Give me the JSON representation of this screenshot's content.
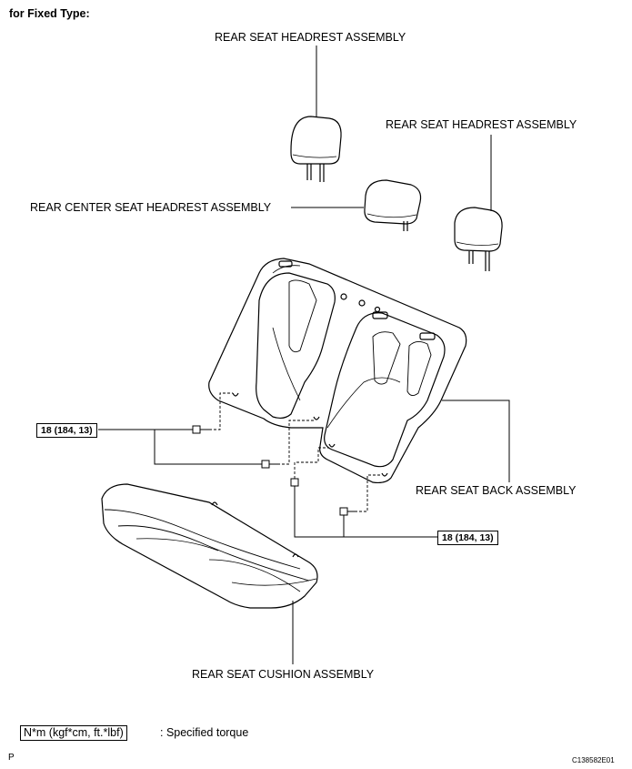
{
  "header": "for Fixed Type:",
  "labels": {
    "headrest_left": "REAR SEAT HEADREST ASSEMBLY",
    "headrest_right": "REAR SEAT HEADREST ASSEMBLY",
    "center_headrest": "REAR CENTER SEAT HEADREST ASSEMBLY",
    "seat_back": "REAR SEAT BACK ASSEMBLY",
    "seat_cushion": "REAR SEAT CUSHION ASSEMBLY"
  },
  "torque": {
    "left": "18 (184, 13)",
    "right": "18 (184, 13)"
  },
  "legend": {
    "unit_box": "N*m (kgf*cm, ft.*lbf)",
    "description": ": Specified torque"
  },
  "footer": {
    "left_code": "P",
    "right_code": "C138582E01"
  }
}
